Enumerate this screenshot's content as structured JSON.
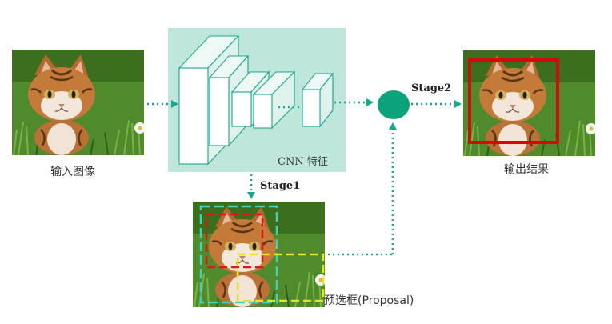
{
  "input": {
    "label": "输入图像"
  },
  "cnn": {
    "label": "CNN 特征"
  },
  "output": {
    "label": "输出结果"
  },
  "proposal": {
    "label": "预选框(Proposal)"
  },
  "stages": {
    "stage1": "Stage1",
    "stage2": "Stage2"
  },
  "colors": {
    "cnn_box": "#bfe6da",
    "block_fill": "#ffffff",
    "block_stroke": "#1aa78f",
    "arrow": "#1aa78f",
    "node": "#0da37a",
    "output_box": "#d10a0a",
    "proposal_red": "#e01515",
    "proposal_cyan": "#3fd2c0",
    "proposal_yellow": "#e8e61b"
  }
}
